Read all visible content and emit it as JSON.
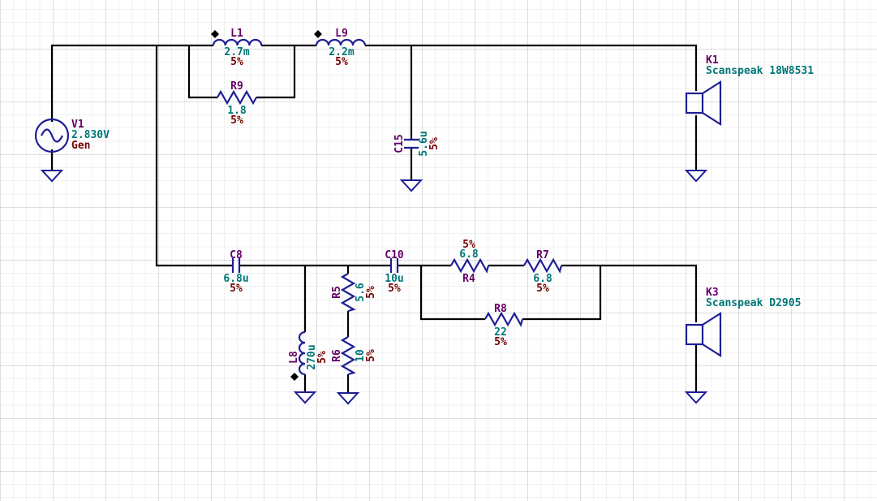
{
  "colors": {
    "grid_minor": "#e3e3e3",
    "grid_major": "#bdbdbd",
    "wire": "#000000",
    "component": "#1e1e96",
    "ref_label": "#660066",
    "value_label": "#007777",
    "tolerance_label": "#770000"
  },
  "components": {
    "V1": {
      "ref": "V1",
      "value": "2.830V",
      "extra": "Gen"
    },
    "L1": {
      "ref": "L1",
      "value": "2.7m",
      "tol": "5%"
    },
    "L9": {
      "ref": "L9",
      "value": "2.2m",
      "tol": "5%"
    },
    "R9": {
      "ref": "R9",
      "value": "1.8",
      "tol": "5%"
    },
    "C15": {
      "ref": "C15",
      "value": "5.6u",
      "tol": "5%"
    },
    "K1": {
      "ref": "K1",
      "name": "Scanspeak 18W8531"
    },
    "C8": {
      "ref": "C8",
      "value": "6.8u",
      "tol": "5%"
    },
    "R5": {
      "ref": "R5",
      "value": "5.6",
      "tol": "5%"
    },
    "L8": {
      "ref": "L8",
      "value": "270u",
      "tol": "5%"
    },
    "R6": {
      "ref": "R6",
      "value": "10",
      "tol": "5%"
    },
    "C10": {
      "ref": "C10",
      "value": "10u",
      "tol": "5%"
    },
    "R4": {
      "ref": "R4",
      "value": "6.8",
      "tol": "5%"
    },
    "R7": {
      "ref": "R7",
      "value": "6.8",
      "tol": "5%"
    },
    "R8": {
      "ref": "R8",
      "value": "22",
      "tol": "5%"
    },
    "K3": {
      "ref": "K3",
      "name": "Scanspeak D2905"
    }
  }
}
